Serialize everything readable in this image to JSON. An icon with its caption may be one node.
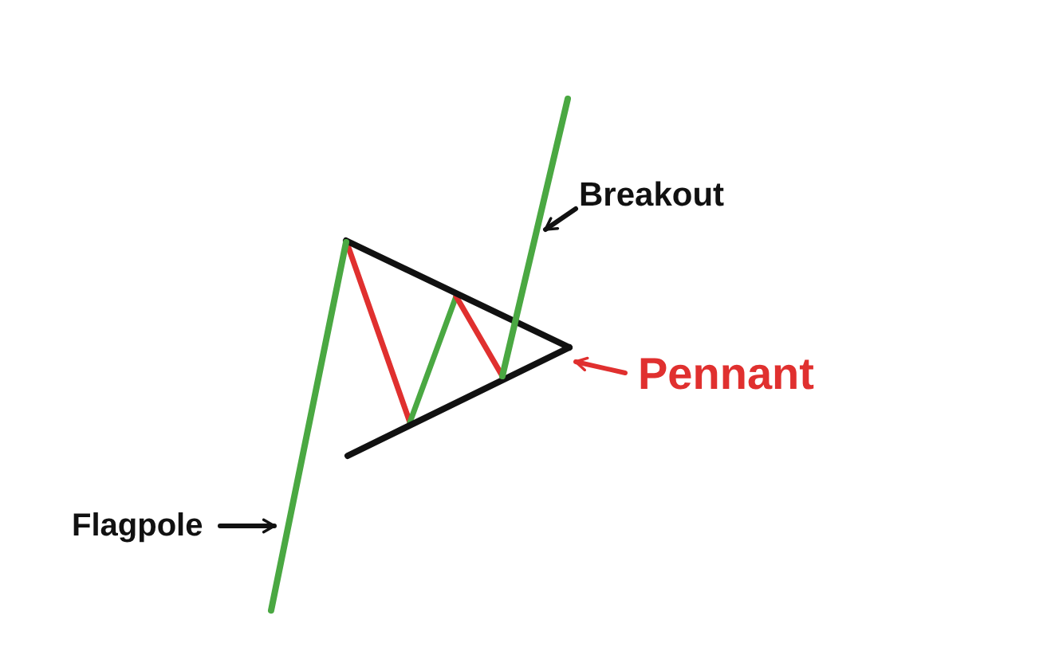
{
  "diagram": {
    "nodes": [
      {
        "text": [
          "Breakout"
        ]
      },
      {
        "text": [],
        "shape": "line"
      },
      {
        "text": [
          "Pennant"
        ]
      },
      {
        "text": [],
        "shape": "triangle"
      },
      {
        "text": [
          "Flagpole"
        ]
      },
      {
        "text": [],
        "shape": "line"
      }
    ],
    "edges": [
      {
        "from": 0,
        "to": 1,
        "arrow": "to"
      },
      {
        "from": 2,
        "to": 3,
        "arrow": "to",
        "color": "#e0302f"
      },
      {
        "from": 4,
        "to": 5,
        "arrow": "to"
      }
    ]
  }
}
